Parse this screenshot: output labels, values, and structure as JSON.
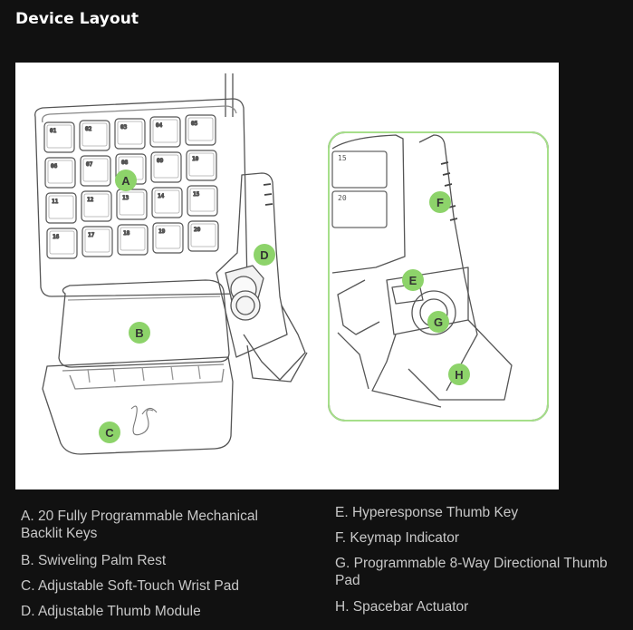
{
  "page": {
    "title": "Device Layout"
  },
  "diagram": {
    "markers": {
      "a": "A",
      "b": "B",
      "c": "C",
      "d": "D",
      "e": "E",
      "f": "F",
      "g": "G",
      "h": "H"
    },
    "keys": [
      "01",
      "02",
      "03",
      "04",
      "05",
      "06",
      "07",
      "08",
      "09",
      "10",
      "11",
      "12",
      "13",
      "14",
      "15",
      "16",
      "17",
      "18",
      "19",
      "20"
    ],
    "zoom_keys": [
      "15",
      "20"
    ],
    "marker_color": "#8dd36a",
    "zoom_border_color": "#a6df8a"
  },
  "legend": {
    "left": [
      "A. 20 Fully Programmable Mechanical Backlit Keys",
      "B. Swiveling Palm Rest",
      "C. Adjustable Soft-Touch Wrist Pad",
      "D. Adjustable Thumb Module"
    ],
    "right": [
      "E. Hyperesponse Thumb Key",
      "F. Keymap Indicator",
      "G. Programmable 8-Way Directional Thumb Pad",
      "H. Spacebar Actuator"
    ]
  }
}
